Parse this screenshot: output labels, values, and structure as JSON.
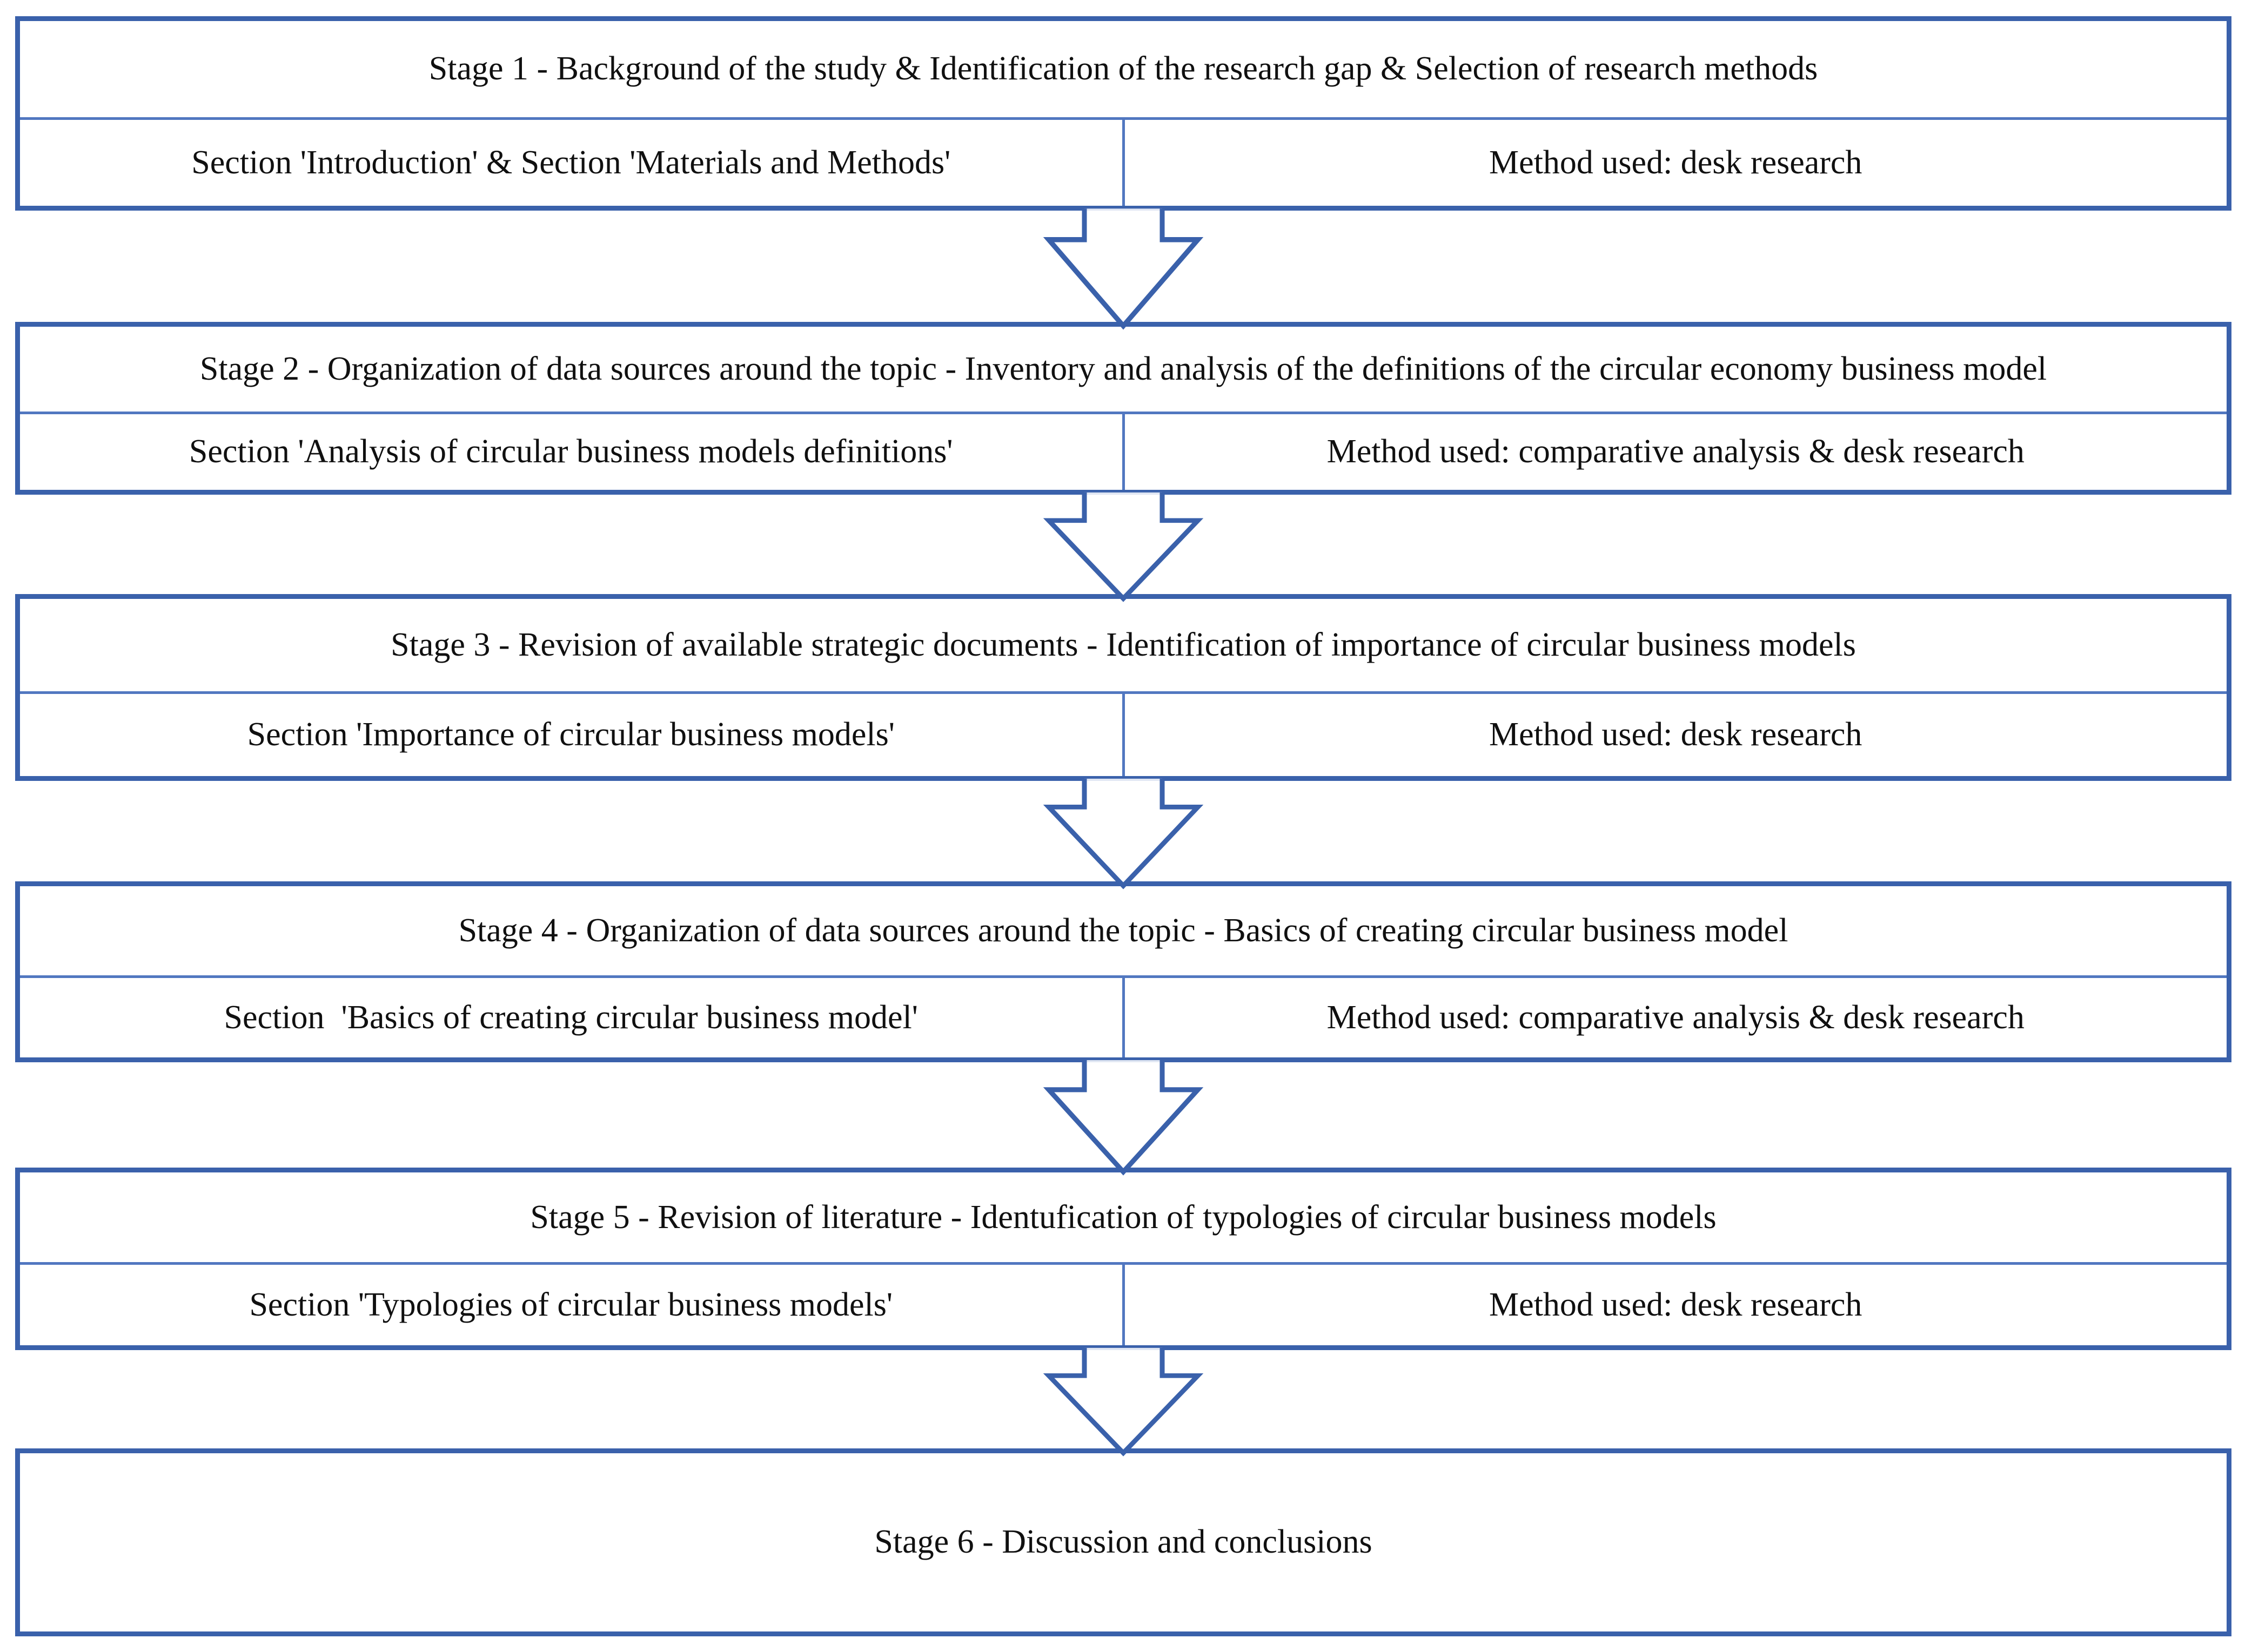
{
  "flowchart": {
    "description": "Research procedure flow diagram with six stages connected by downward block arrows",
    "accent_colors": {
      "box_border": "#3A61AB",
      "inner_divider": "#5177C0",
      "arrow_outline": "#3A61AB",
      "text": "#101010",
      "background": "#FFFFFF"
    },
    "connector_icon": "down-arrow-icon",
    "stages": [
      {
        "title": "Stage 1 - Background of the study & Identification of the research gap & Selection of research methods",
        "section": "Section 'Introduction' & Section 'Materials and Methods'",
        "method": "Method used: desk research"
      },
      {
        "title": "Stage 2 - Organization of data sources around the topic - Inventory and analysis of the definitions of the circular economy business model",
        "section": "Section 'Analysis of circular business models definitions'",
        "method": "Method used: comparative analysis & desk research"
      },
      {
        "title": "Stage 3 - Revision of available strategic documents - Identification of importance of circular business models",
        "section": "Section 'Importance of circular business models'",
        "method": "Method used: desk research"
      },
      {
        "title": "Stage 4 - Organization of data sources around the topic - Basics of creating circular business model",
        "section": "Section  'Basics of creating circular business model'",
        "method": "Method used: comparative analysis & desk research"
      },
      {
        "title": "Stage 5 - Revision of literature - Identufication of typologies of circular business models",
        "section": "Section 'Typologies of circular business models'",
        "method": "Method used: desk research"
      },
      {
        "title": "Stage 6 - Discussion and conclusions",
        "section": null,
        "method": null
      }
    ]
  }
}
